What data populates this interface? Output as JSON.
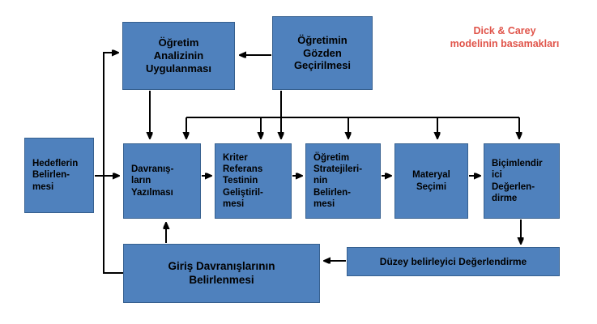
{
  "title": {
    "text": "Dick & Carey\nmodelinin basamakları"
  },
  "boxes": {
    "instructional_analysis": {
      "label": "Öğretim\nAnalizinin\nUygulanması"
    },
    "revise_instruction": {
      "label": "Öğretimin\nGözden\nGeçirilmesi"
    },
    "goals": {
      "label": "Hedeflerin\nBelirlen-\nmesi"
    },
    "behaviors": {
      "label": "Davranış-\nların\nYazılması"
    },
    "criterion_test": {
      "label": "Kriter\nReferans\nTestinin\nGeliştiril-\nmesi"
    },
    "strategy": {
      "label": "Öğretim\nStratejileri-\nnin\nBelirlen-\nmesi"
    },
    "materials": {
      "label": "Materyal\nSeçimi"
    },
    "formative_eval": {
      "label": "Biçimlendir\nici\nDeğerlen-\ndirme"
    },
    "entry_behaviors": {
      "label": "Giriş Davranışlarının\nBelirlenmesi"
    },
    "summative_eval": {
      "label": "Düzey belirleyici Değerlendirme"
    }
  },
  "colors": {
    "box_fill": "#4f81bd",
    "box_border": "#36608f",
    "arrow": "#000000",
    "title_red": "#e0544a",
    "page_bg": "#ffffff"
  }
}
